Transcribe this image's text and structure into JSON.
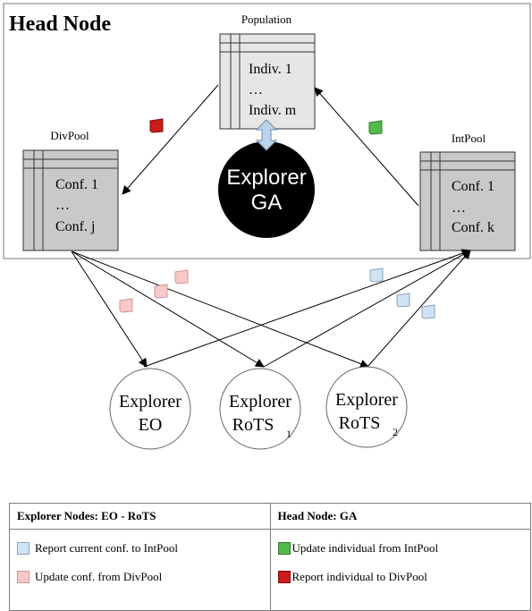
{
  "head_node": {
    "title": "Head Node"
  },
  "population": {
    "label": "Population",
    "rows": [
      "Indiv. 1",
      "…",
      "Indiv. m"
    ]
  },
  "divpool": {
    "label": "DivPool",
    "rows": [
      "Conf. 1",
      "…",
      "Conf. j"
    ]
  },
  "intpool": {
    "label": "IntPool",
    "rows": [
      "Conf. 1",
      "…",
      "Conf. k"
    ]
  },
  "explorer_ga": {
    "line1": "Explorer",
    "line2": "GA"
  },
  "explorers": [
    {
      "line1": "Explorer",
      "line2": "EO",
      "sub": ""
    },
    {
      "line1": "Explorer",
      "line2": "RoTS",
      "sub": "1"
    },
    {
      "line1": "Explorer",
      "line2": "RoTS",
      "sub": "2"
    }
  ],
  "legend": {
    "col1_header": "Explorer Nodes: EO - RoTS",
    "col2_header": "Head Node: GA",
    "col1_items": [
      {
        "icon": "report-blue",
        "text": "Report current conf. to IntPool"
      },
      {
        "icon": "update-pink",
        "text": "Update conf. from DivPool"
      }
    ],
    "col2_items": [
      {
        "icon": "update-green",
        "text": "Update individual from IntPool"
      },
      {
        "icon": "report-red",
        "text": "Report individual to DivPool"
      }
    ]
  },
  "colors": {
    "report_blue": "#cfe3f5",
    "update_pink": "#f9c9c9",
    "update_green": "#55b94a",
    "report_red": "#cc1b1b",
    "table_fill": "#c9c9c9",
    "population_fill": "#e6e6e6",
    "explorer_ga_fill": "#000000",
    "double_arrow_fill": "#bcd4ea"
  }
}
